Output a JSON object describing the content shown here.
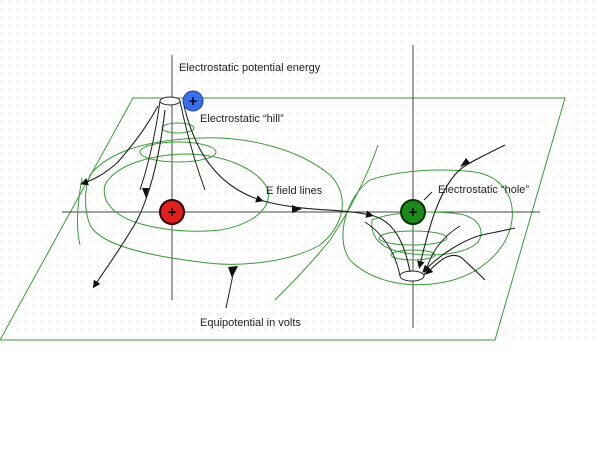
{
  "labels": {
    "potential_energy": "Electrostatic potential energy",
    "hill": "Electrostatic “hill”",
    "field_lines": "E field lines",
    "hole": "Electrostatic “hole”",
    "equipotential": "Equipotential in volts"
  },
  "charges": {
    "positive_test": {
      "sign": "+",
      "color": "#3a6ee8"
    },
    "positive_source": {
      "sign": "+",
      "color": "#e02020"
    },
    "negative_source": {
      "sign": "+",
      "color": "#1e8a1e"
    }
  },
  "colors": {
    "plane": "#3a9a3a",
    "contour": "#3a9a3a",
    "axis": "#444444",
    "field_line": "#222222"
  }
}
